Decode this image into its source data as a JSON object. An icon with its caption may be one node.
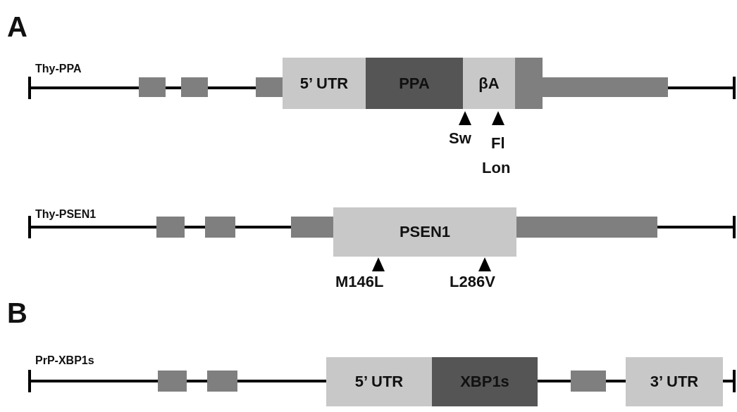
{
  "diagram": {
    "nodes": [
      {
        "text": [],
        "shape": "box"
      },
      {
        "text": [],
        "shape": "box"
      },
      {
        "text": [],
        "shape": "box"
      },
      {
        "text": [
          "5’ UTR"
        ]
      },
      {
        "text": [
          "PPA"
        ]
      },
      {
        "text": [
          "βA"
        ]
      },
      {
        "text": [],
        "shape": "box"
      },
      {
        "text": [],
        "shape": "box"
      },
      {
        "text": [],
        "shape": "box"
      },
      {
        "text": [],
        "shape": "box"
      },
      {
        "text": [],
        "shape": "box"
      },
      {
        "text": [
          "PSEN1"
        ]
      },
      {
        "text": [],
        "shape": "box"
      },
      {
        "text": [],
        "shape": "box"
      },
      {
        "text": [],
        "shape": "box"
      },
      {
        "text": [
          "5’ UTR"
        ]
      },
      {
        "text": [
          "XBP1s"
        ]
      },
      {
        "text": [],
        "shape": "box"
      },
      {
        "text": [
          "3’ UTR"
        ]
      }
    ],
    "labels": [
      "A",
      "Thy-PPA",
      "Sw",
      "Fl",
      "Lon",
      "Thy-PSEN1",
      "M146L",
      "L286V",
      "B",
      "PrP-XBP1s"
    ]
  }
}
